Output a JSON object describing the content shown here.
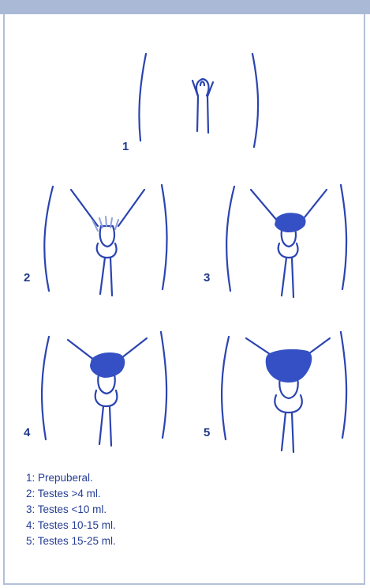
{
  "stages": [
    {
      "number": "1"
    },
    {
      "number": "2"
    },
    {
      "number": "3"
    },
    {
      "number": "4"
    },
    {
      "number": "5"
    }
  ],
  "legend": [
    "1: Prepuberal.",
    "2: Testes >4 ml.",
    "3: Testes <10 ml.",
    "4: Testes 10-15 ml.",
    "5: Testes 15-25 ml."
  ],
  "colors": {
    "line": "#2b44b0",
    "hair": "#3450c4",
    "border": "#b3c0da",
    "top_bar": "#aab9d6",
    "text": "#243d96"
  }
}
